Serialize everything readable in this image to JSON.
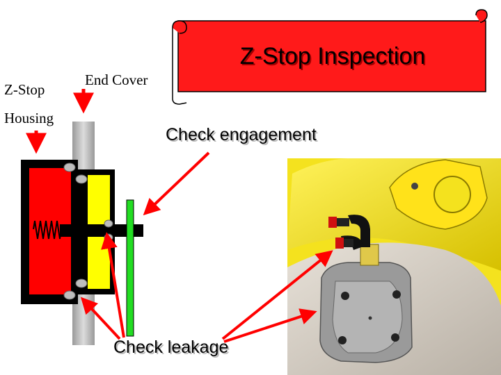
{
  "title": "Z-Stop Inspection",
  "labels": {
    "z_stop": "Z-Stop",
    "housing": "Housing",
    "end_cover": "End Cover",
    "check_engagement": "Check engagement",
    "check_leakage": "Check leakage"
  },
  "colors": {
    "banner": "#ff1a1a",
    "arrow": "#ff0000",
    "housing_red": "#ff0000",
    "end_cover_yellow": "#ffff00",
    "pin_green": "#22dd22",
    "plate_gray": "#bbbbbb",
    "photo_yellow": "#f4e21e"
  },
  "icons": [
    "arrow",
    "scroll-banner",
    "spring",
    "bolt",
    "photo-actuator"
  ]
}
